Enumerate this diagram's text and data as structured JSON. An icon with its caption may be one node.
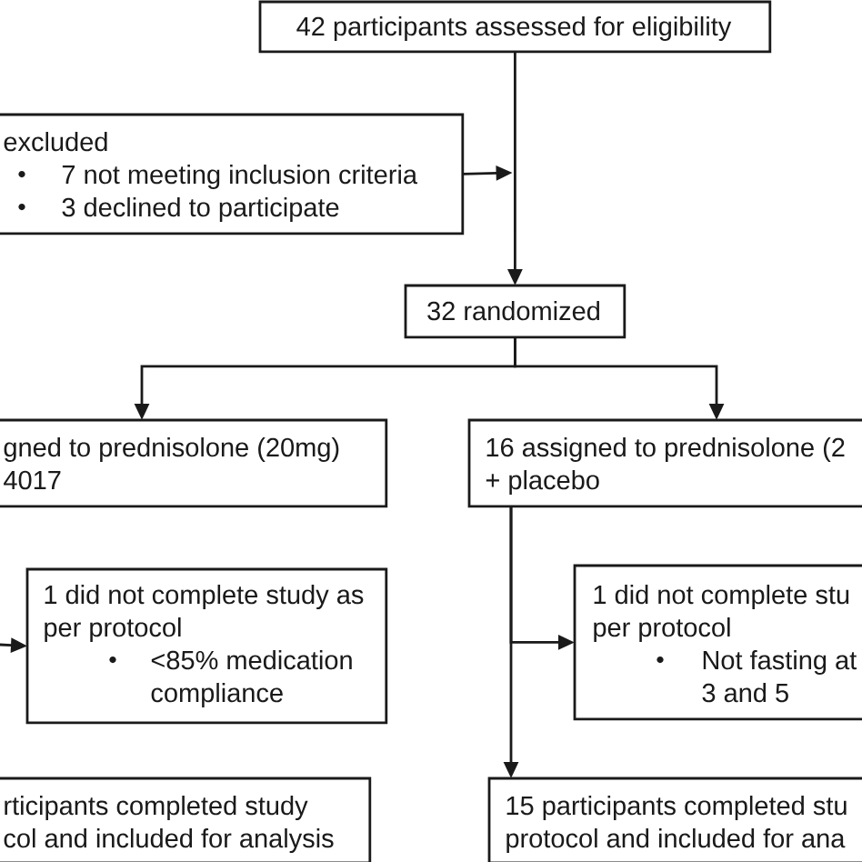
{
  "diagram": {
    "nodes": [
      {
        "text": [
          "42 participants assessed for eligibility"
        ]
      },
      {
        "text": [
          "excluded",
          "7 not meeting inclusion criteria",
          "3 declined to participate"
        ]
      },
      {
        "text": [
          "32 randomized"
        ]
      },
      {
        "text": [
          "gned to prednisolone (20mg) 4017"
        ]
      },
      {
        "text": [
          "16 assigned to prednisolone (2 + placebo"
        ]
      },
      {
        "text": [
          "1 did not complete study as per protocol",
          "<85% medication compliance"
        ]
      },
      {
        "text": [
          "1 did not complete stu per protocol",
          "Not fasting at 3 and 5"
        ]
      },
      {
        "text": [
          "rticipants completed study col and included for analysis"
        ]
      },
      {
        "text": [
          "15 participants completed stu protocol and included for ana"
        ]
      }
    ],
    "edges": [
      {
        "from": 0,
        "to": 2,
        "arrow": "to"
      },
      {
        "from": 1,
        "to": null,
        "arrow": "to"
      },
      {
        "from": 2,
        "to": 3,
        "arrow": "to"
      },
      {
        "from": 2,
        "to": 4,
        "arrow": "to"
      },
      {
        "from": null,
        "to": 5,
        "arrow": "to"
      },
      {
        "from": 4,
        "to": 6,
        "arrow": "to"
      },
      {
        "from": 4,
        "to": 8,
        "arrow": "to"
      }
    ]
  }
}
